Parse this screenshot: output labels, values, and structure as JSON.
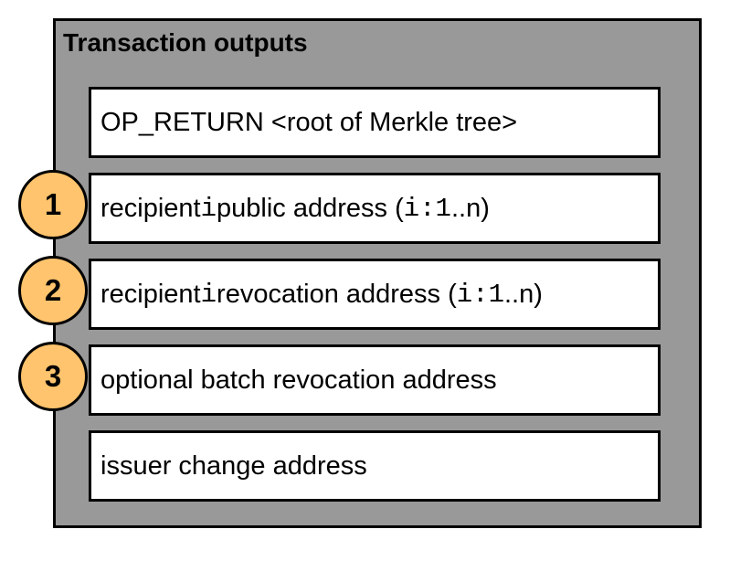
{
  "container": {
    "title": "Transaction outputs"
  },
  "outputs": [
    {
      "text": "OP_RETURN <root of Merkle tree>"
    },
    {
      "pre": "recipient ",
      "var": "i",
      "mid": " public address (",
      "range": "i:1",
      "post": "..n)"
    },
    {
      "pre": "recipient ",
      "var": "i",
      "mid": " revocation address (",
      "range": "i:1",
      "post": "..n)"
    },
    {
      "text": "optional batch revocation address"
    },
    {
      "text": "issuer change address"
    }
  ],
  "badges": [
    "1",
    "2",
    "3"
  ],
  "colors": {
    "container_fill": "#999999",
    "box_fill": "#ffffff",
    "badge_fill": "#ffc46d",
    "stroke": "#000000"
  }
}
